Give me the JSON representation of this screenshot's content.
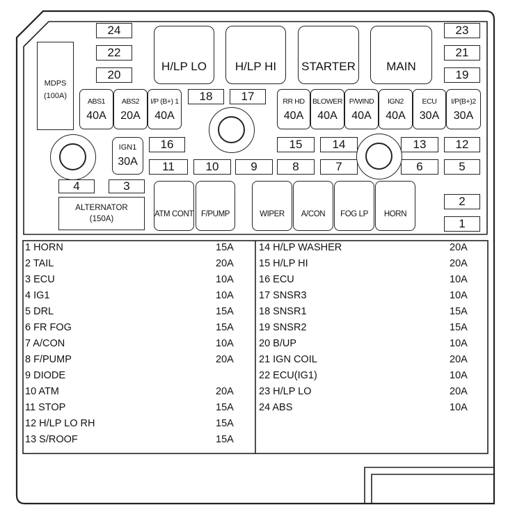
{
  "diagram": {
    "small_fuses": {
      "f24": "24",
      "f22": "22",
      "f20": "20",
      "f23": "23",
      "f21": "21",
      "f19": "19",
      "f18": "18",
      "f17": "17",
      "f16": "16",
      "f15": "15",
      "f14": "14",
      "f13": "13",
      "f12": "12",
      "f11": "11",
      "f10": "10",
      "f9": "9",
      "f8": "8",
      "f7": "7",
      "f6": "6",
      "f5": "5",
      "f4": "4",
      "f3": "3",
      "f2": "2",
      "f1": "1"
    },
    "relays": {
      "hlp_lo": "H/LP LO",
      "hlp_hi": "H/LP HI",
      "starter": "STARTER",
      "main": "MAIN",
      "atm_cont": "ATM CONT",
      "fpump": "F/PUMP",
      "wiper": "WIPER",
      "acon": "A/CON",
      "foglp": "FOG LP",
      "horn": "HORN"
    },
    "mdps": {
      "label": "MDPS",
      "rating": "(100A)"
    },
    "alternator": {
      "label": "ALTERNATOR",
      "rating": "(150A)"
    },
    "ign1": {
      "label": "IGN1",
      "rating": "30A"
    },
    "fusible_links": [
      {
        "label": "ABS1",
        "rating": "40A"
      },
      {
        "label": "ABS2",
        "rating": "20A"
      },
      {
        "label": "I/P (B+) 1",
        "rating": "40A"
      },
      {
        "label": "RR HD",
        "rating": "40A"
      },
      {
        "label": "BLOWER",
        "rating": "40A"
      },
      {
        "label": "P/WIND",
        "rating": "40A"
      },
      {
        "label": "IGN2",
        "rating": "40A"
      },
      {
        "label": "ECU",
        "rating": "30A"
      },
      {
        "label": "I/P(B+)2",
        "rating": "30A"
      }
    ]
  },
  "legend": {
    "left": [
      {
        "name": "1 HORN",
        "amp": "15A"
      },
      {
        "name": "2 TAIL",
        "amp": "20A"
      },
      {
        "name": "3 ECU",
        "amp": "10A"
      },
      {
        "name": "4 IG1",
        "amp": "10A"
      },
      {
        "name": "5 DRL",
        "amp": "15A"
      },
      {
        "name": "6 FR FOG",
        "amp": "15A"
      },
      {
        "name": "7 A/CON",
        "amp": "10A"
      },
      {
        "name": "8 F/PUMP",
        "amp": "20A"
      },
      {
        "name": "9 DIODE",
        "amp": ""
      },
      {
        "name": "10 ATM",
        "amp": "20A"
      },
      {
        "name": "11 STOP",
        "amp": "15A"
      },
      {
        "name": "12 H/LP LO RH",
        "amp": "15A"
      },
      {
        "name": "13 S/ROOF",
        "amp": "15A"
      }
    ],
    "right": [
      {
        "name": "14 H/LP WASHER",
        "amp": "20A"
      },
      {
        "name": "15 H/LP HI",
        "amp": "20A"
      },
      {
        "name": "16 ECU",
        "amp": "10A"
      },
      {
        "name": "17 SNSR3",
        "amp": "10A"
      },
      {
        "name": "18 SNSR1",
        "amp": "15A"
      },
      {
        "name": "19 SNSR2",
        "amp": "15A"
      },
      {
        "name": "20 B/UP",
        "amp": "10A"
      },
      {
        "name": "21 IGN COIL",
        "amp": "20A"
      },
      {
        "name": "22 ECU(IG1)",
        "amp": "10A"
      },
      {
        "name": "23 H/LP LO",
        "amp": "20A"
      },
      {
        "name": "24 ABS",
        "amp": "10A"
      }
    ]
  }
}
